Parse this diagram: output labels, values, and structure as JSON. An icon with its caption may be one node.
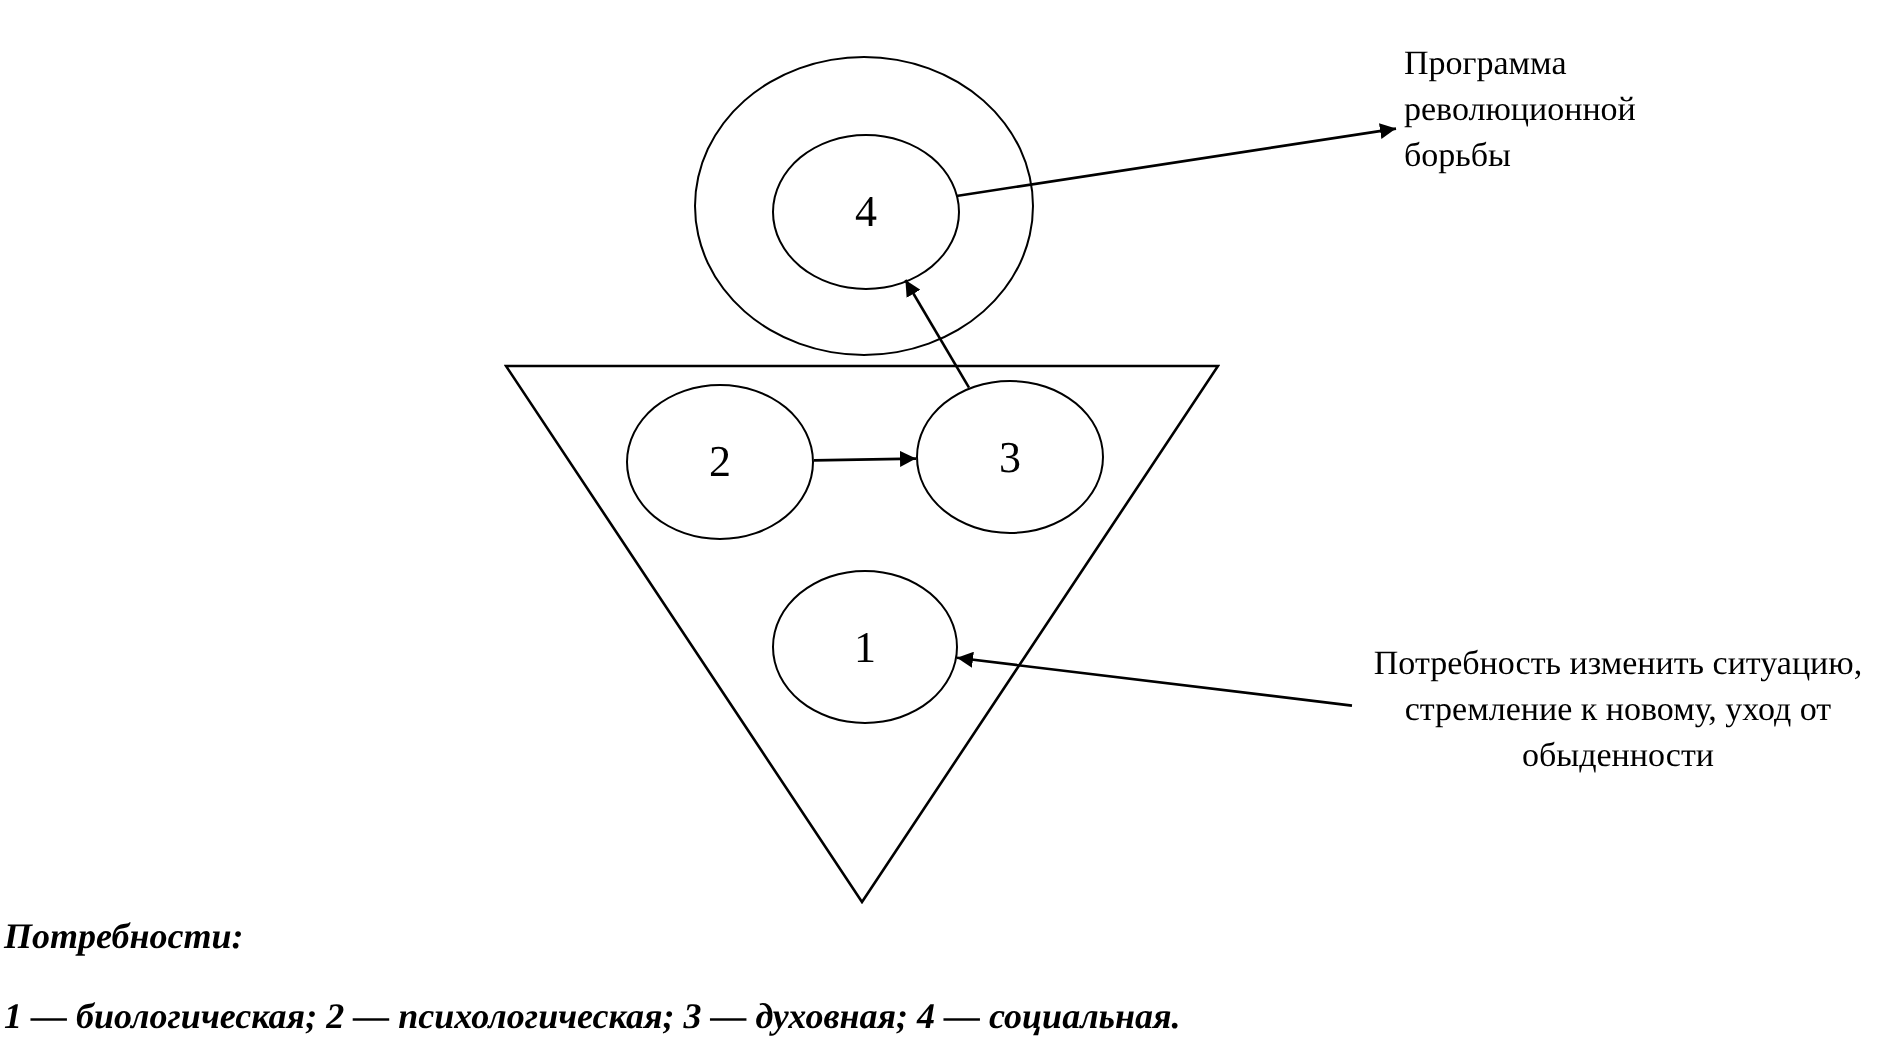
{
  "diagram": {
    "nodes": [
      {
        "text": [],
        "shape": "circle"
      },
      {
        "text": [
          "4"
        ],
        "in": 0
      },
      {
        "text": [],
        "shape": "triangle"
      },
      {
        "text": [
          "2"
        ],
        "in": 2
      },
      {
        "text": [
          "3"
        ],
        "in": 2
      },
      {
        "text": [
          "1"
        ],
        "in": 2
      },
      {
        "text": [
          "Программа революционной борьбы"
        ]
      },
      {
        "text": [
          "Потребность изменить ситуацию, стремление к новому, уход от обыденности"
        ]
      }
    ],
    "edges": [
      {
        "from": 3,
        "to": 4,
        "arrow": "to"
      },
      {
        "from": 4,
        "to": 1,
        "arrow": "to"
      },
      {
        "from": 1,
        "to": 6,
        "arrow": "to"
      },
      {
        "from": 7,
        "to": 5,
        "arrow": "to"
      }
    ],
    "labels": [
      "Потребности:",
      "1 — биологическая; 2 — психологическая; 3 — духовная; 4 — социальная."
    ]
  }
}
